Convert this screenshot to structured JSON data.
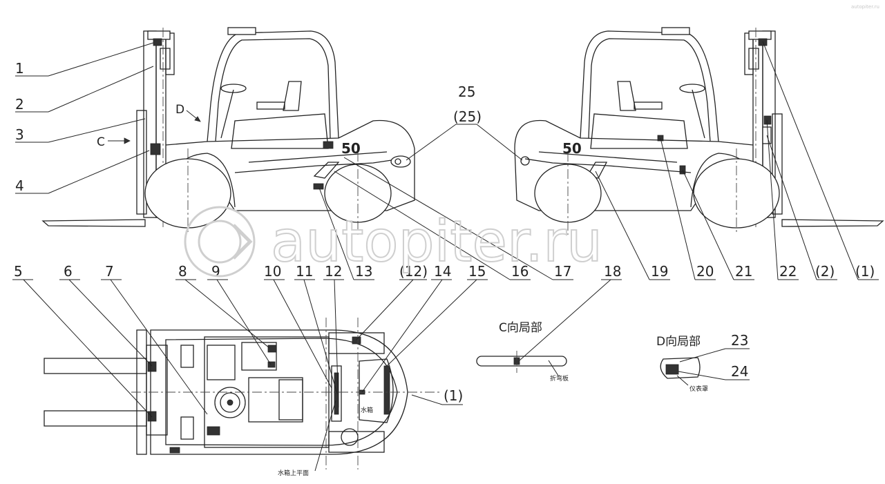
{
  "callouts_top": [
    "1",
    "2",
    "3",
    "4",
    "25",
    "(25)",
    "13",
    "16",
    "17",
    "19",
    "20",
    "21",
    "22",
    "(2)",
    "(1)"
  ],
  "callouts_bottom": [
    "5",
    "6",
    "7",
    "8",
    "9",
    "10",
    "11",
    "12",
    "(12)",
    "14",
    "15",
    "18",
    "(1)",
    "23",
    "24"
  ],
  "labels": {
    "view_c_arrow": "C",
    "view_d_arrow": "D",
    "detail_c": "C向局部",
    "detail_d": "D向局部",
    "model_badge": "50",
    "note_panel": "折弯板",
    "note_cover": "仪表罩",
    "note_tank": "水箱",
    "note_tank_top": "水箱上平面"
  },
  "watermark": {
    "main": "autopiter.ru",
    "corner": "autopiter.ru"
  }
}
